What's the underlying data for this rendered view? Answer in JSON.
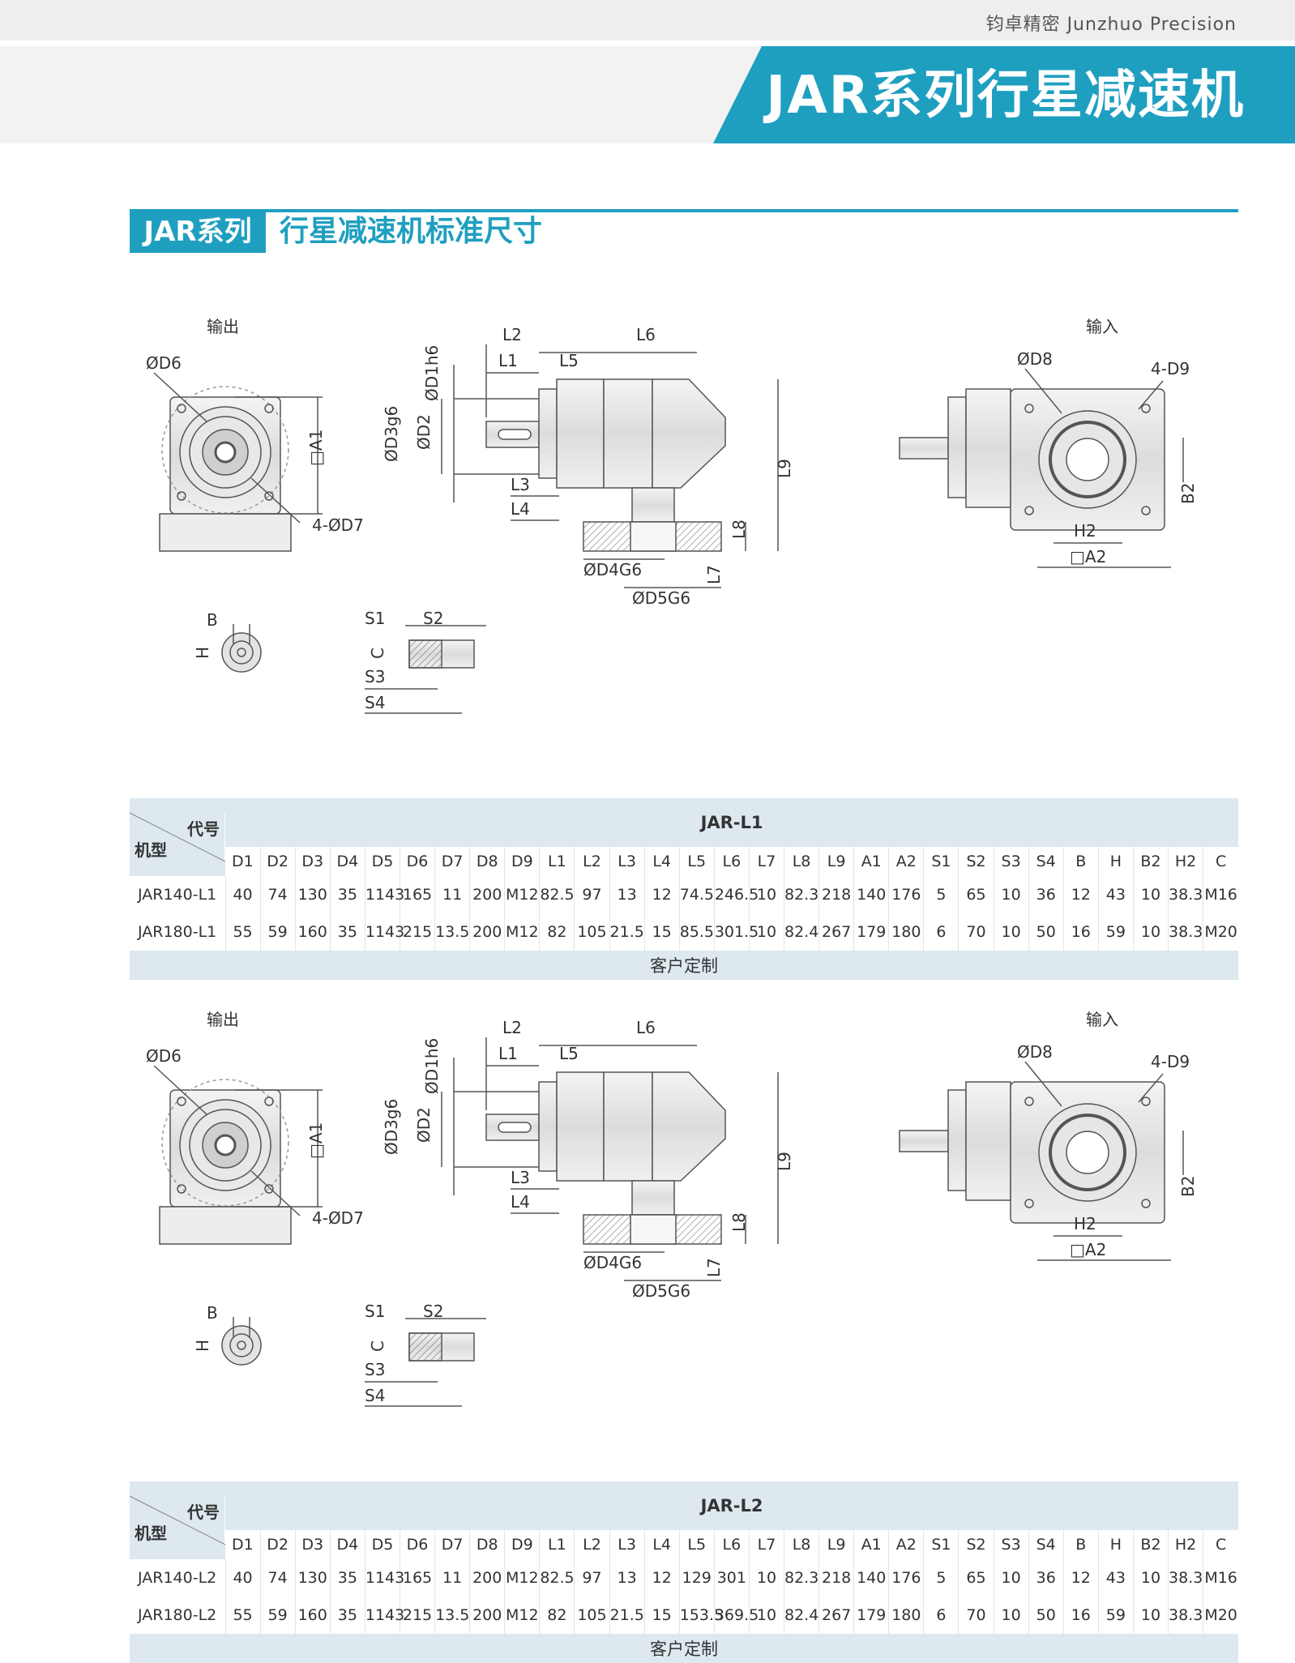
{
  "header": {
    "brand": "钧卓精密 Junzhuo Precision",
    "title": "JAR系列行星减速机"
  },
  "section": {
    "tag": "JAR系列",
    "title": "行星减速机标准尺寸"
  },
  "drawing_labels": {
    "output": "输出",
    "input": "输入",
    "D6": "ØD6",
    "D7": "4-ØD7",
    "A1": "□A1",
    "D1": "ØD1h6",
    "D2": "ØD2",
    "D3": "ØD3g6",
    "L1": "L1",
    "L2": "L2",
    "L3": "L3",
    "L4": "L4",
    "L5": "L5",
    "L6": "L6",
    "L7": "L7",
    "L8": "L8",
    "L9": "L9",
    "D4": "ØD4G6",
    "D5": "ØD5G6",
    "D8": "ØD8",
    "D9": "4-D9",
    "B2": "B2",
    "H2": "H2",
    "A2": "□A2",
    "B": "B",
    "H": "H",
    "S1": "S1",
    "S2": "S2",
    "S3": "S3",
    "S4": "S4",
    "C": "C"
  },
  "table_common": {
    "corner_code": "代号",
    "corner_model": "机型",
    "custom": "客户定制",
    "columns": [
      "D1",
      "D2",
      "D3",
      "D4",
      "D5",
      "D6",
      "D7",
      "D8",
      "D9",
      "L1",
      "L2",
      "L3",
      "L4",
      "L5",
      "L6",
      "L7",
      "L8",
      "L9",
      "A1",
      "A2",
      "S1",
      "S2",
      "S3",
      "S4",
      "B",
      "H",
      "B2",
      "H2",
      "C"
    ]
  },
  "table1": {
    "series": "JAR-L1",
    "rows": [
      {
        "model": "JAR140-L1",
        "values": [
          "40",
          "74",
          "130",
          "35",
          "1143",
          "165",
          "11",
          "200",
          "M12",
          "82.5",
          "97",
          "13",
          "12",
          "74.5",
          "246.5",
          "10",
          "82.3",
          "218",
          "140",
          "176",
          "5",
          "65",
          "10",
          "36",
          "12",
          "43",
          "10",
          "38.3",
          "M16"
        ]
      },
      {
        "model": "JAR180-L1",
        "values": [
          "55",
          "59",
          "160",
          "35",
          "1143",
          "215",
          "13.5",
          "200",
          "M12",
          "82",
          "105",
          "21.5",
          "15",
          "85.5",
          "301.5",
          "10",
          "82.4",
          "267",
          "179",
          "180",
          "6",
          "70",
          "10",
          "50",
          "16",
          "59",
          "10",
          "38.3",
          "M20"
        ]
      }
    ]
  },
  "table2": {
    "series": "JAR-L2",
    "rows": [
      {
        "model": "JAR140-L2",
        "values": [
          "40",
          "74",
          "130",
          "35",
          "1143",
          "165",
          "11",
          "200",
          "M12",
          "82.5",
          "97",
          "13",
          "12",
          "129",
          "301",
          "10",
          "82.3",
          "218",
          "140",
          "176",
          "5",
          "65",
          "10",
          "36",
          "12",
          "43",
          "10",
          "38.3",
          "M16"
        ]
      },
      {
        "model": "JAR180-L2",
        "values": [
          "55",
          "59",
          "160",
          "35",
          "1143",
          "215",
          "13.5",
          "200",
          "M12",
          "82",
          "105",
          "21.5",
          "15",
          "153.5",
          "369.5",
          "10",
          "82.4",
          "267",
          "179",
          "180",
          "6",
          "70",
          "10",
          "50",
          "16",
          "59",
          "10",
          "38.3",
          "M20"
        ]
      }
    ]
  }
}
